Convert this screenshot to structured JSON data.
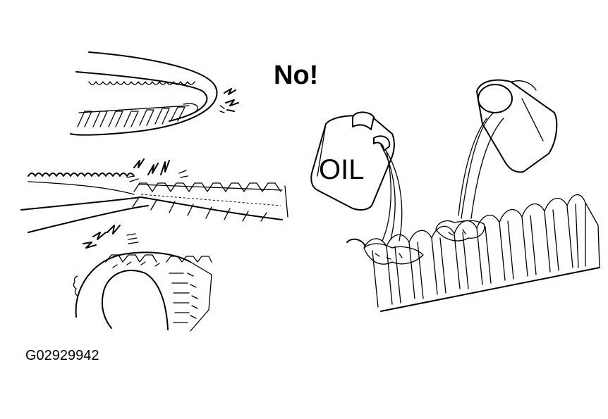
{
  "warning_text": "No!",
  "oil_label": "OIL",
  "figure_code": "G02929942",
  "icons": [
    "bent-belt",
    "twisted-belt",
    "kinked-belt",
    "oil-can",
    "water-bucket",
    "toothed-belt"
  ]
}
